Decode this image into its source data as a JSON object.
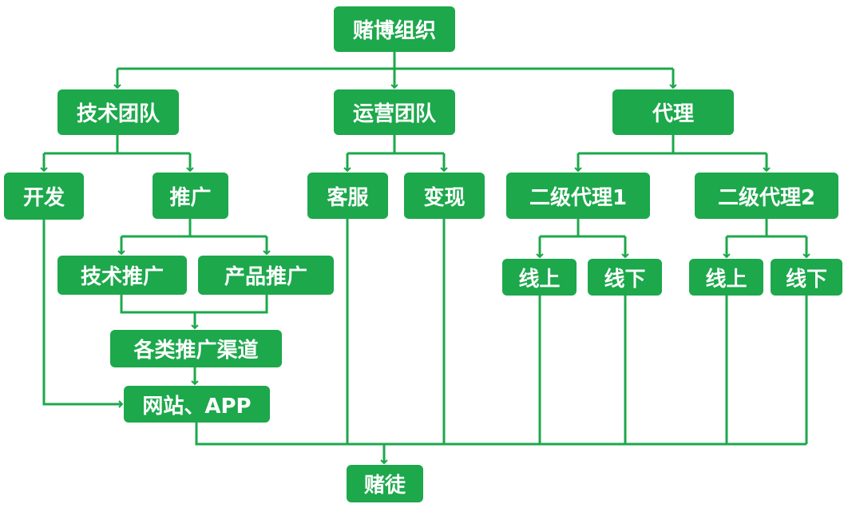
{
  "colors": {
    "node_fill": "#1ca84b",
    "node_text": "#ffffff",
    "connector": "#1ca84b"
  },
  "nodes": {
    "root": "赌博组织",
    "tech_team": "技术团队",
    "ops_team": "运营团队",
    "agent": "代理",
    "dev": "开发",
    "promo": "推广",
    "cs": "客服",
    "cashout": "变现",
    "agent_l2_1": "二级代理1",
    "agent_l2_2": "二级代理2",
    "tech_promo": "技术推广",
    "product_promo": "产品推广",
    "channels": "各类推广渠道",
    "site_app": "网站、APP",
    "online_1": "线上",
    "offline_1": "线下",
    "online_2": "线上",
    "offline_2": "线下",
    "gambler": "赌徒"
  }
}
